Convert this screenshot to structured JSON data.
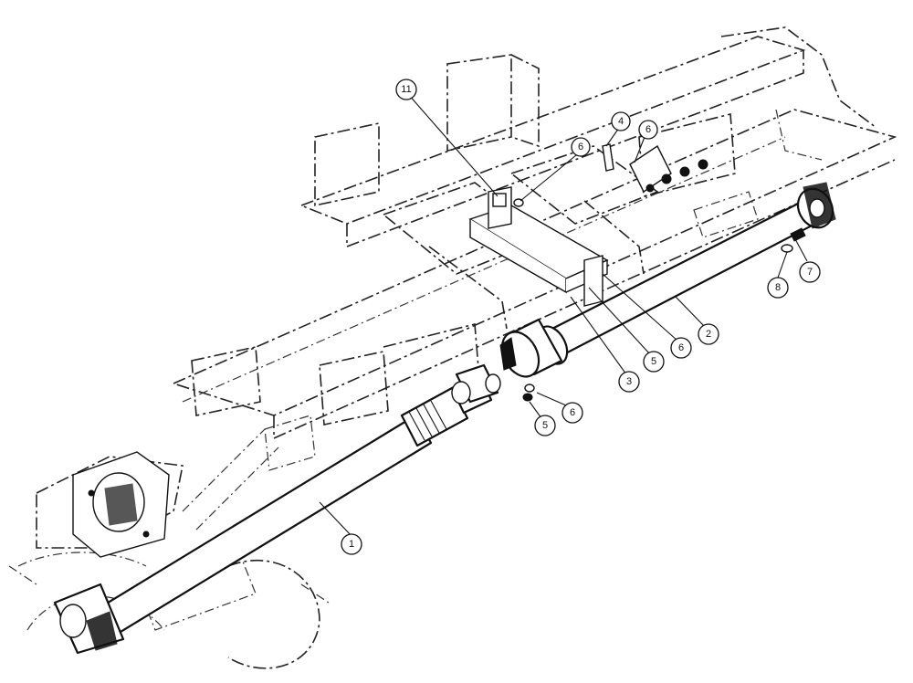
{
  "callouts": [
    {
      "id": "c11",
      "label": "11"
    },
    {
      "id": "c4",
      "label": "4"
    },
    {
      "id": "c6a",
      "label": "6"
    },
    {
      "id": "c6b",
      "label": "6"
    },
    {
      "id": "c8",
      "label": "8"
    },
    {
      "id": "c7",
      "label": "7"
    },
    {
      "id": "c2",
      "label": "2"
    },
    {
      "id": "c6c",
      "label": "6"
    },
    {
      "id": "c5a",
      "label": "5"
    },
    {
      "id": "c3",
      "label": "3"
    },
    {
      "id": "c6d",
      "label": "6"
    },
    {
      "id": "c5b",
      "label": "5"
    },
    {
      "id": "c1",
      "label": "1"
    }
  ]
}
